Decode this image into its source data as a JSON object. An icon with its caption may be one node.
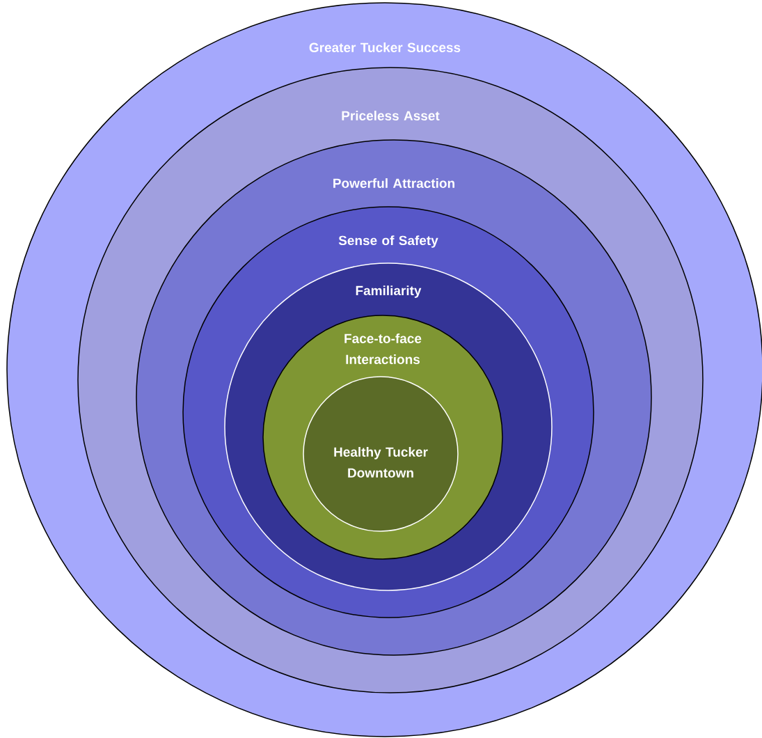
{
  "diagram": {
    "nodes": [
      {
        "text": [
          "Greater Tucker Success"
        ]
      },
      {
        "text": [
          "Priceless Asset"
        ],
        "in": 0
      },
      {
        "text": [
          "Powerful Attraction"
        ],
        "in": 1
      },
      {
        "text": [
          "Sense of Safety"
        ],
        "in": 2
      },
      {
        "text": [
          "Familiarity"
        ],
        "in": 3
      },
      {
        "text": [
          "Face-to-face Interactions"
        ],
        "in": 4
      },
      {
        "text": [
          "Healthy Tucker Downtown"
        ],
        "in": 5
      }
    ]
  }
}
